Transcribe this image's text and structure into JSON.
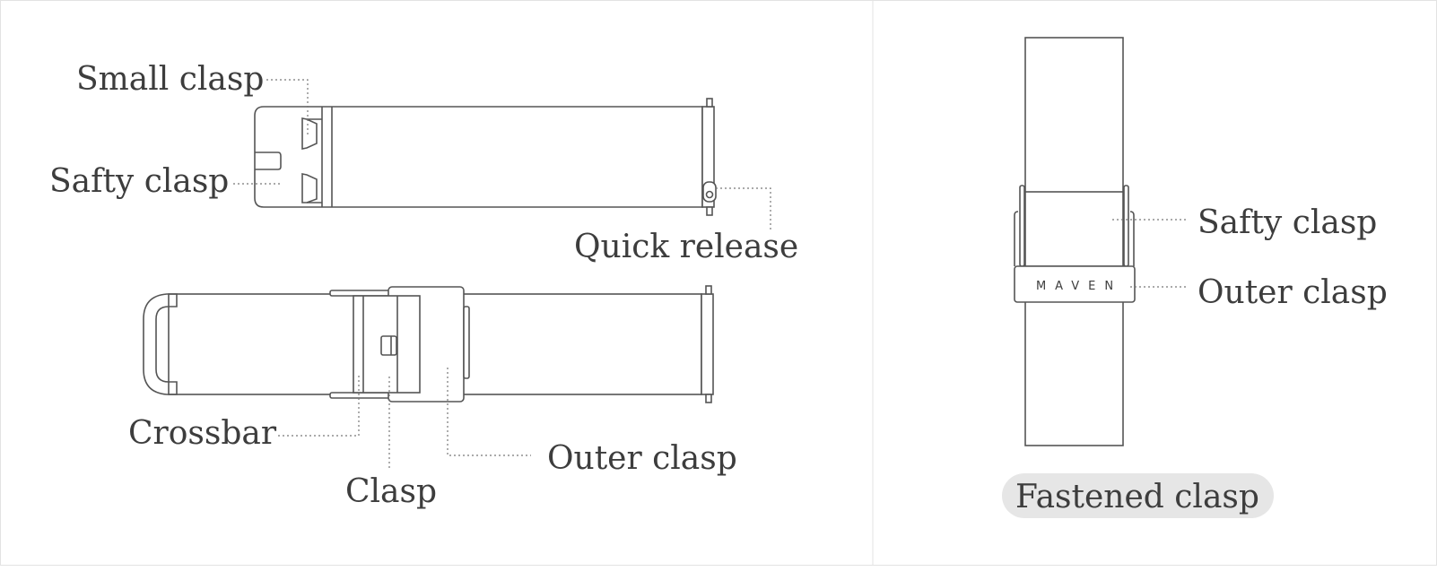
{
  "left_panel": {
    "top_strap_labels": {
      "small_clasp": "Small clasp",
      "safety_clasp": "Safty clasp",
      "quick_release": "Quick release"
    },
    "bottom_strap_labels": {
      "crossbar": "Crossbar",
      "clasp": "Clasp",
      "outer_clasp": "Outer clasp"
    }
  },
  "right_panel": {
    "labels": {
      "safety_clasp": "Safty clasp",
      "outer_clasp": "Outer clasp"
    },
    "brand": "MAVEN",
    "caption": "Fastened clasp"
  }
}
